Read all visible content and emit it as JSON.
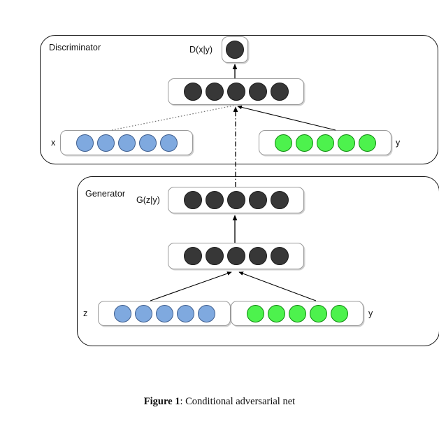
{
  "figure": {
    "caption_label": "Figure 1",
    "caption_separator": ":",
    "caption_text": "Conditional adversarial net"
  },
  "colors": {
    "noise_node": "#7FA9DF",
    "condition_node": "#4DF24D",
    "hidden_node": "#373737",
    "panel_border": "#111111",
    "layer_border": "#9a9a9a",
    "background": "#ffffff"
  },
  "diagram": {
    "type": "neural-network-architecture",
    "modules": [
      {
        "id": "discriminator",
        "title": "Discriminator",
        "layers": [
          {
            "id": "d-output",
            "label": "D(x|y)",
            "node_count": 1,
            "node_color": "hidden_node"
          },
          {
            "id": "d-hidden",
            "label": "",
            "node_count": 5,
            "node_color": "hidden_node"
          },
          {
            "id": "x",
            "label": "x",
            "node_count": 5,
            "node_color": "noise_node"
          },
          {
            "id": "y-top",
            "label": "y",
            "node_count": 5,
            "node_color": "condition_node"
          }
        ]
      },
      {
        "id": "generator",
        "title": "Generator",
        "layers": [
          {
            "id": "g-output",
            "label": "G(z|y)",
            "node_count": 5,
            "node_color": "hidden_node"
          },
          {
            "id": "g-hidden",
            "label": "",
            "node_count": 5,
            "node_color": "hidden_node"
          },
          {
            "id": "z",
            "label": "z",
            "node_count": 5,
            "node_color": "noise_node"
          },
          {
            "id": "y-bottom",
            "label": "y",
            "node_count": 5,
            "node_color": "condition_node"
          }
        ]
      }
    ],
    "connections": [
      {
        "from": "d-hidden",
        "to": "d-output",
        "style": "solid",
        "arrow": true
      },
      {
        "from": "x",
        "to": "d-hidden",
        "style": "dotted",
        "arrow": false
      },
      {
        "from": "y-top",
        "to": "d-hidden",
        "style": "solid",
        "arrow": true
      },
      {
        "from": "g-output",
        "to": "d-hidden",
        "style": "dash-dot",
        "arrow": true
      },
      {
        "from": "g-hidden",
        "to": "g-output",
        "style": "solid",
        "arrow": true
      },
      {
        "from": "z",
        "to": "g-hidden",
        "style": "solid",
        "arrow": true
      },
      {
        "from": "y-bottom",
        "to": "g-hidden",
        "style": "solid",
        "arrow": true
      }
    ]
  }
}
